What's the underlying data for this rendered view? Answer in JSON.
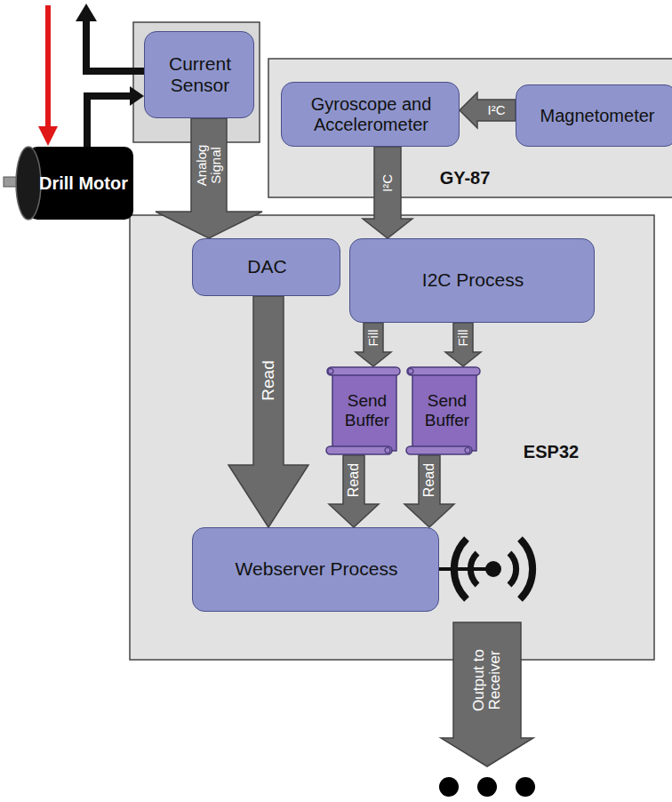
{
  "diagram": {
    "nodes": [
      {
        "text": [
          "Current Sensor"
        ]
      },
      {
        "text": [
          "GY-87"
        ]
      },
      {
        "text": [
          "Gyroscope and Accelerometer"
        ],
        "in": 1
      },
      {
        "text": [
          "Magnetometer"
        ],
        "in": 1
      },
      {
        "text": [
          "ESP32"
        ]
      },
      {
        "text": [
          "DAC"
        ],
        "in": 4
      },
      {
        "text": [
          "I2C Process"
        ],
        "in": 4
      },
      {
        "text": [
          "Send Buffer"
        ],
        "in": 4
      },
      {
        "text": [
          "Send Buffer"
        ],
        "in": 4
      },
      {
        "text": [
          "Webserver Process"
        ],
        "in": 4
      },
      {
        "text": [
          "Drill Motor"
        ]
      }
    ],
    "edges": [
      {
        "from": 10,
        "to": 0,
        "arrow": "to"
      },
      {
        "from": 0,
        "to": 5,
        "label": "Analog Signal",
        "arrow": "to"
      },
      {
        "from": 3,
        "to": 2,
        "label": "I²C",
        "arrow": "to"
      },
      {
        "from": 2,
        "to": 6,
        "label": "I²C",
        "arrow": "to"
      },
      {
        "from": 6,
        "to": 7,
        "label": "Fill",
        "arrow": "to"
      },
      {
        "from": 6,
        "to": 8,
        "label": "Fill",
        "arrow": "to"
      },
      {
        "from": 5,
        "to": 9,
        "label": "Read",
        "arrow": "to"
      },
      {
        "from": 7,
        "to": 9,
        "label": "Read",
        "arrow": "to"
      },
      {
        "from": 8,
        "to": 9,
        "label": "Read",
        "arrow": "to"
      }
    ],
    "labels": [
      "Output to Receiver"
    ]
  }
}
